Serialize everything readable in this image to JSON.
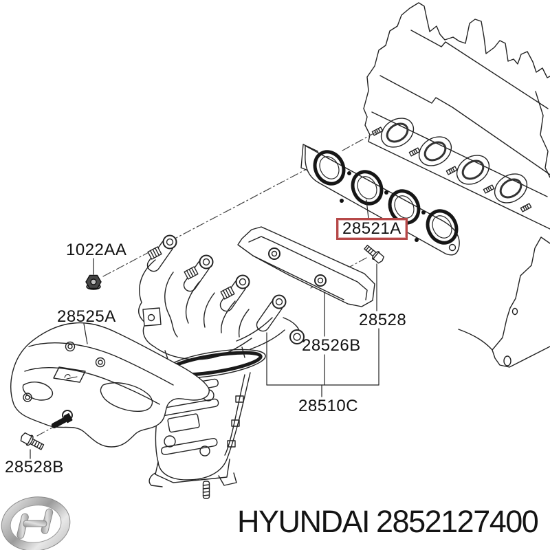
{
  "callouts": {
    "n1022AA": {
      "text": "1022AA",
      "highlighted": false
    },
    "n28525A": {
      "text": "28525A",
      "highlighted": false
    },
    "n28528B": {
      "text": "28528B",
      "highlighted": false
    },
    "n28521A": {
      "text": "28521A",
      "highlighted": true,
      "highlight_color": "#b64848"
    },
    "n28528": {
      "text": "28528",
      "highlighted": false
    },
    "n28526B": {
      "text": "28526B",
      "highlighted": false
    },
    "n28510C": {
      "text": "28510C",
      "highlighted": false
    }
  },
  "footer": {
    "brand": "HYUNDAI",
    "part_number": "2852127400",
    "logo": "hyundai-logo"
  },
  "colors": {
    "line": "#222222",
    "highlight_box": "#b64848",
    "background": "#ffffff"
  }
}
